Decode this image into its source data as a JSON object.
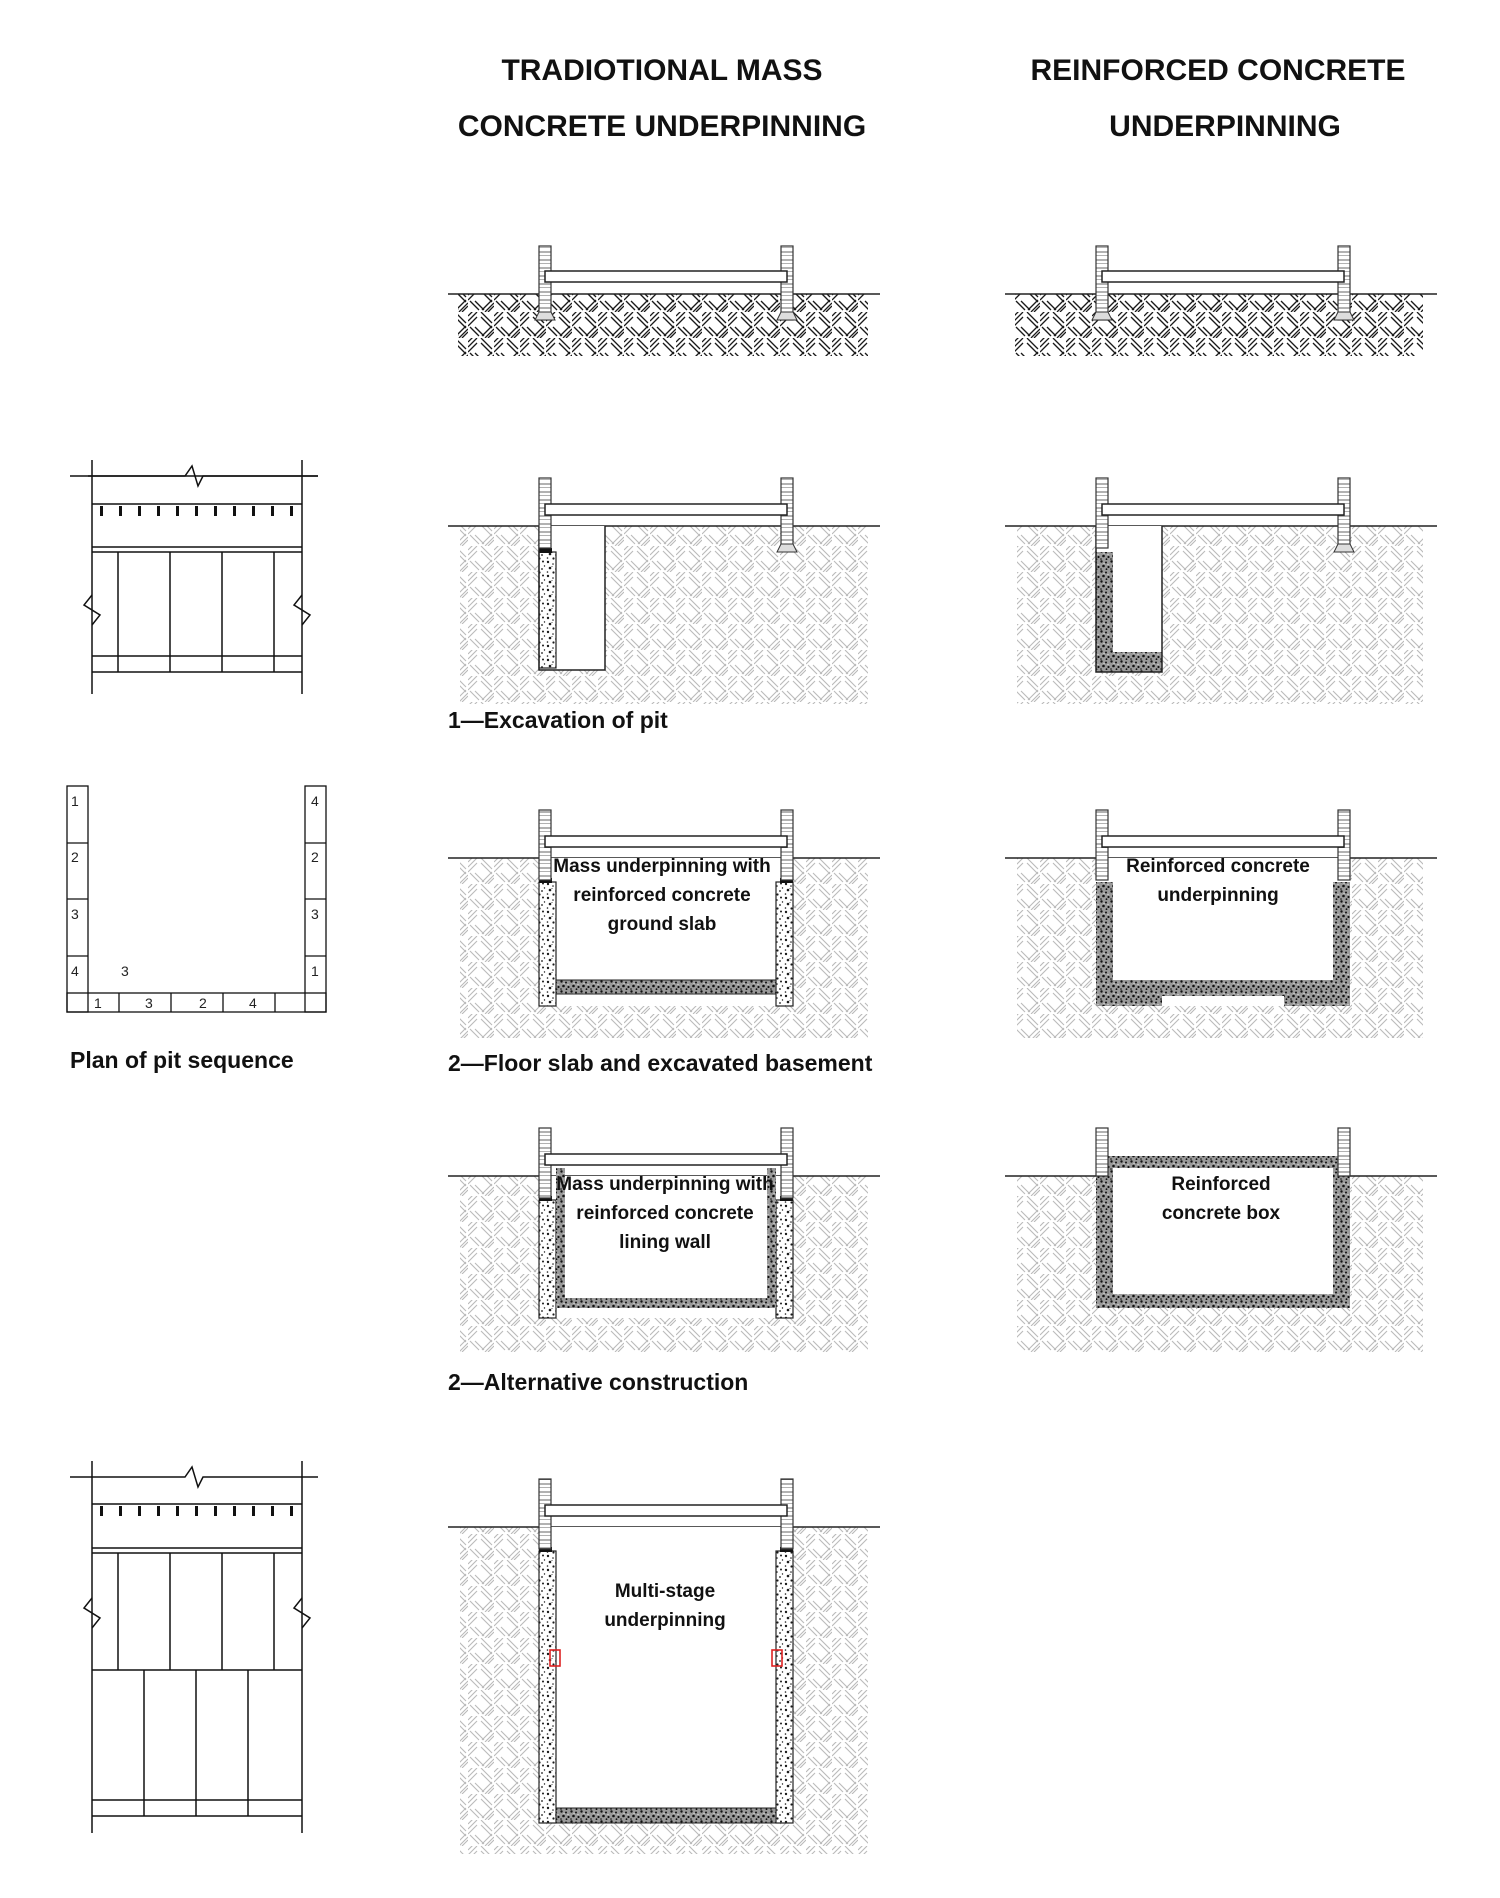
{
  "headers": {
    "mass": [
      "TRADIOTIONAL MASS",
      "CONCRETE UNDERPINNING"
    ],
    "rc": [
      "REINFORCED CONCRETE",
      "UNDERPINNING"
    ]
  },
  "captions": {
    "excavation": "1—Excavation of pit",
    "floor_slab": "2—Floor slab and excavated basement",
    "alternative": "2—Alternative construction",
    "plan": "Plan of pit sequence"
  },
  "labels": {
    "mass_slab": [
      "Mass underpinning with",
      "reinforced concrete",
      "ground slab"
    ],
    "rc_underpinning": [
      "Reinforced concrete",
      "underpinning"
    ],
    "mass_lining": [
      "Mass underpinning with",
      "reinforced concrete",
      "lining wall"
    ],
    "rc_box": [
      "Reinforced",
      "concrete box"
    ],
    "multi_stage": [
      "Multi-stage",
      "underpinning"
    ]
  },
  "pit_sequence": {
    "left": [
      "1",
      "2",
      "3",
      "4"
    ],
    "right": [
      "4",
      "2",
      "3",
      "1"
    ],
    "bottom": [
      "1",
      "3",
      "2",
      "4"
    ],
    "inner": "3"
  }
}
